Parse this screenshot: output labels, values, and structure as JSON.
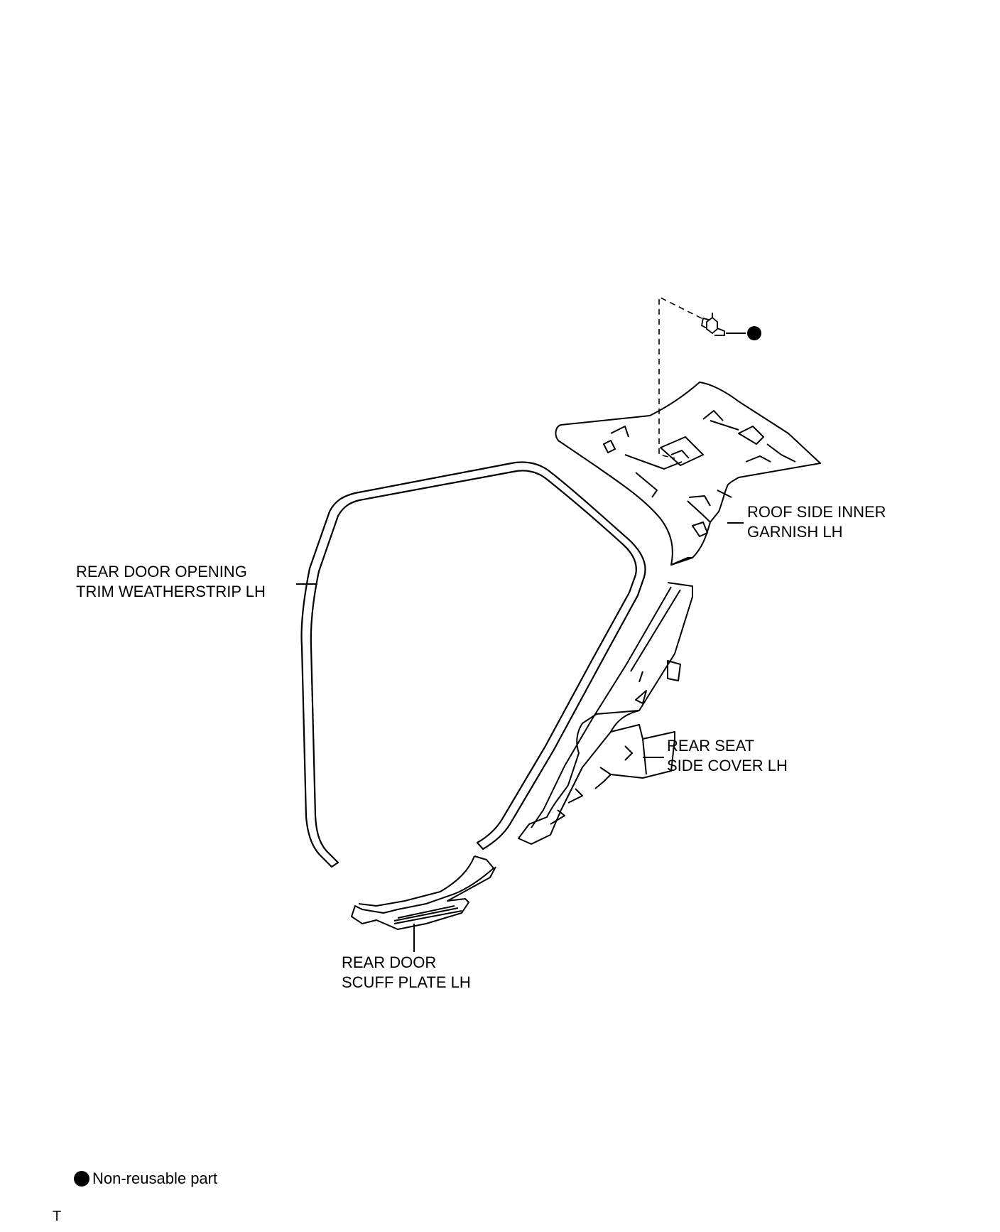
{
  "labels": {
    "roof_side_inner_garnish": [
      "ROOF SIDE INNER",
      "GARNISH LH"
    ],
    "rear_door_opening_trim": [
      "REAR DOOR OPENING",
      "TRIM WEATHERSTRIP LH"
    ],
    "rear_seat_side_cover": [
      "REAR SEAT",
      "SIDE COVER LH"
    ],
    "rear_door_scuff_plate": [
      "REAR DOOR",
      "SCUFF PLATE LH"
    ]
  },
  "legend": {
    "symbol": "filled-circle",
    "text": "Non-reusable part"
  },
  "page_mark": "T",
  "colors": {
    "line": "#000000",
    "background": "#ffffff"
  }
}
